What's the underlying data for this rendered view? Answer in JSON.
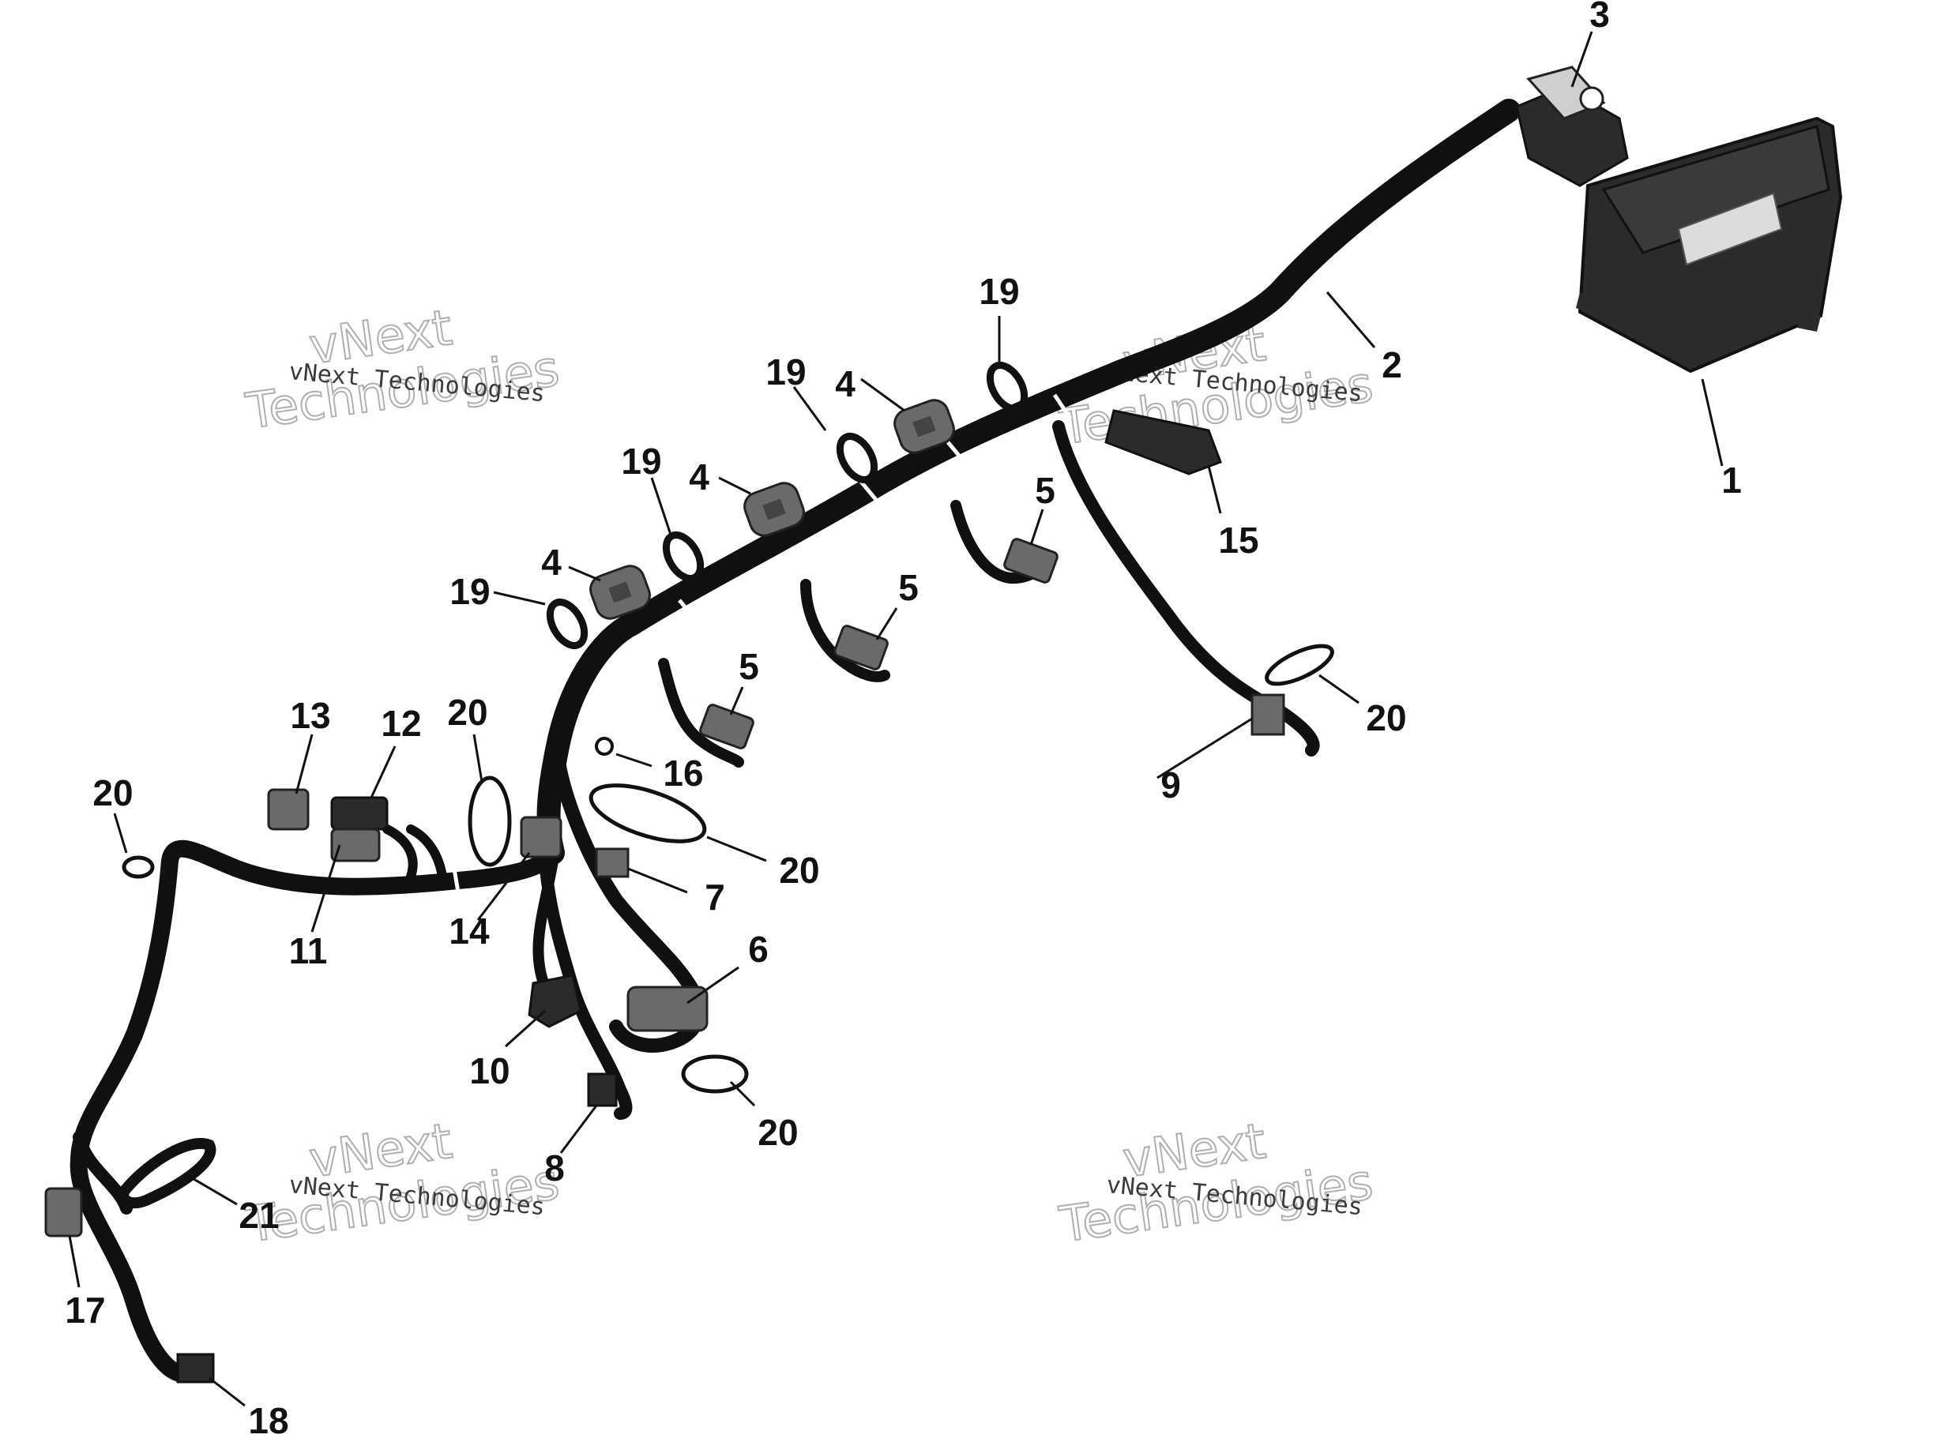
{
  "watermarks": {
    "line": "vNext Technologies",
    "big_top": "vNext",
    "big_bottom": "Technologies"
  },
  "callouts": {
    "c1": "1",
    "c2": "2",
    "c3": "3",
    "c4a": "4",
    "c4b": "4",
    "c4c": "4",
    "c5a": "5",
    "c5b": "5",
    "c5c": "5",
    "c6": "6",
    "c7": "7",
    "c8": "8",
    "c9": "9",
    "c10": "10",
    "c11": "11",
    "c12": "12",
    "c13": "13",
    "c14": "14",
    "c15": "15",
    "c16": "16",
    "c17": "17",
    "c18": "18",
    "c19a": "19",
    "c19b": "19",
    "c19c": "19",
    "c19d": "19",
    "c20a": "20",
    "c20b": "20",
    "c20c": "20",
    "c20d": "20",
    "c20e": "20",
    "c21": "21"
  },
  "colors": {
    "ink": "#111111",
    "harness": "#101010",
    "connector_grey": "#6a6a6a",
    "module_dark": "#2b2b2b"
  }
}
